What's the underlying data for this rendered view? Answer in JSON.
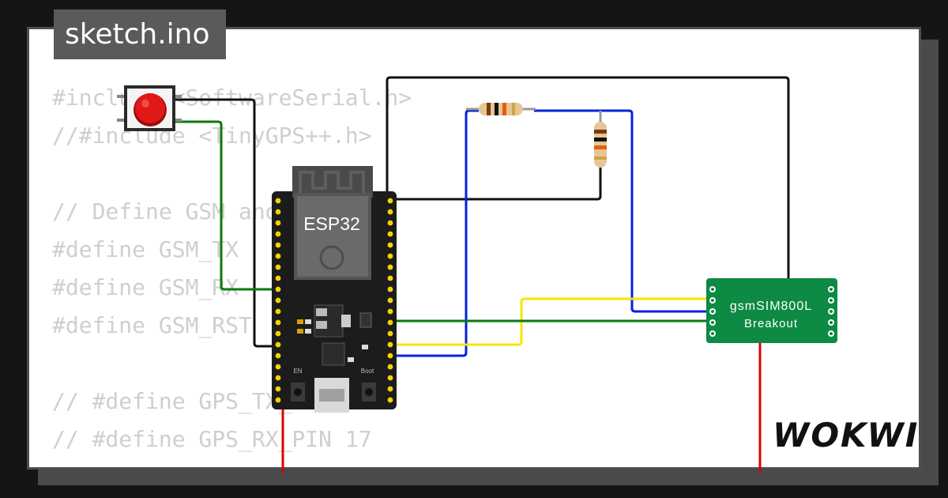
{
  "app": {
    "title": "sketch.ino",
    "brand": "WOKWI"
  },
  "code_lines": [
    "#include <SoftwareSerial.h>",
    "//#include <TinyGPS++.h>",
    "",
    "// Define GSM and pins",
    "#define GSM_TX",
    "#define GSM_RX",
    "#define GSM_RST",
    "",
    "// #define GPS_TX_PIN 16",
    "// #define GPS_RX_PIN 17"
  ],
  "components": {
    "mcu": {
      "label": "ESP32",
      "en_label": "EN",
      "boot_label": "Boot"
    },
    "gsm": {
      "label_line1": "gsmSIM800L",
      "label_line2": "Breakout"
    }
  },
  "colors": {
    "wire_black": "#111111",
    "wire_green": "#0a7a0a",
    "wire_blue": "#0022dd",
    "wire_yellow": "#f5e600",
    "wire_red": "#e00000",
    "gsm_board": "#0d8a43",
    "button_red": "#e01818"
  }
}
